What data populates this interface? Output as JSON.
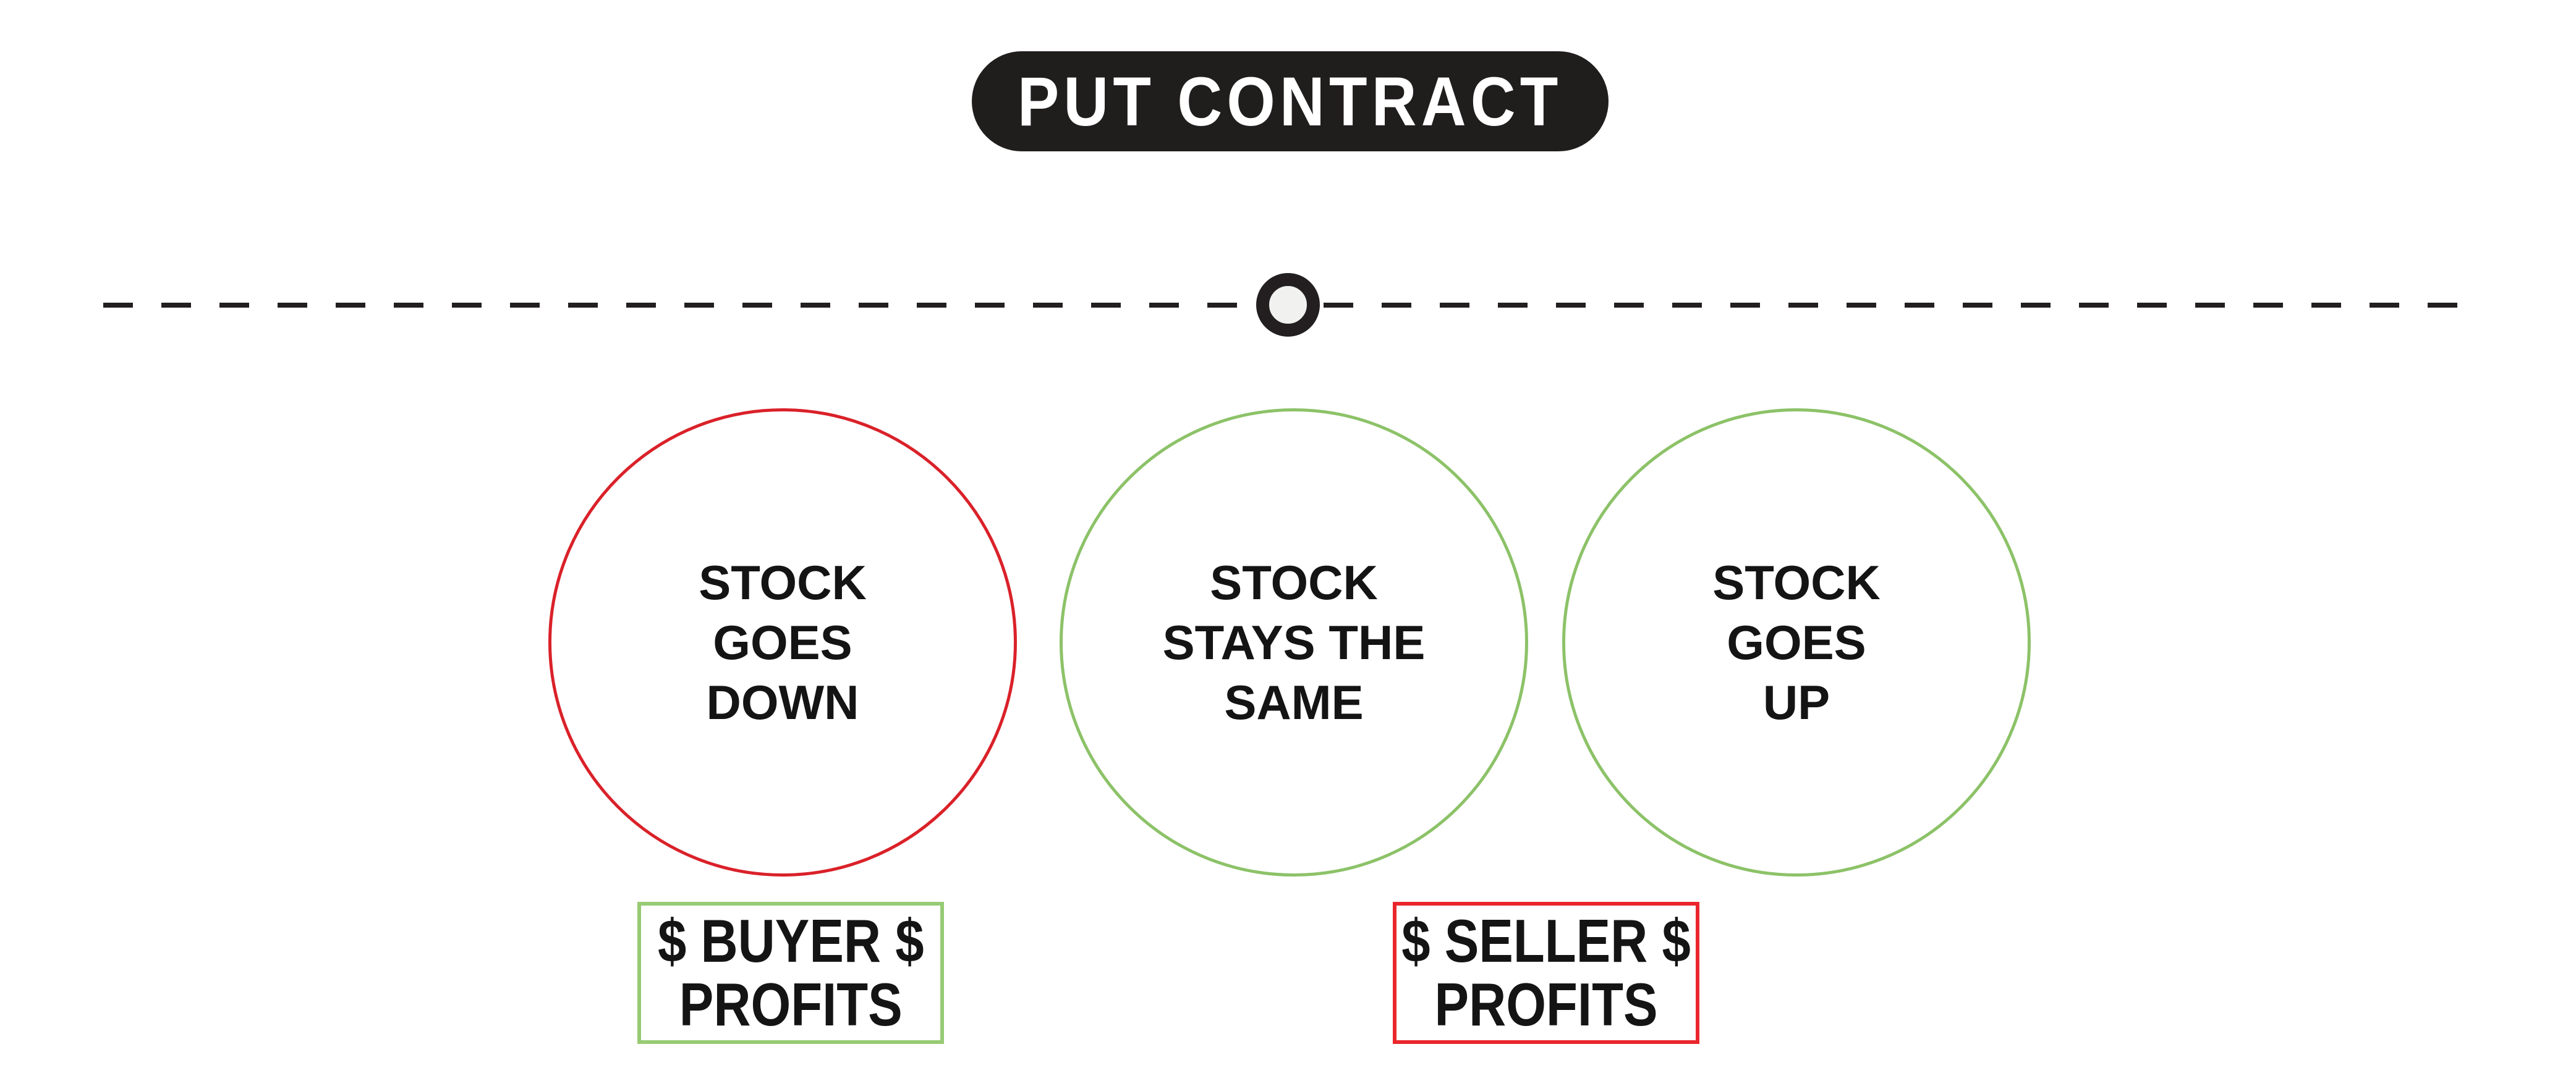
{
  "page": {
    "background": "#ffffff"
  },
  "title": {
    "label": "PUT CONTRACT",
    "bg": "#201d1d",
    "color": "#ffffff"
  },
  "timeline": {
    "dash_color": "#231f20",
    "marker": {
      "name": "strike-price-marker",
      "ring_color": "#231f20",
      "fill": "#f1f2ef"
    }
  },
  "colors": {
    "red": "#da2129",
    "green": "#8cc268",
    "box_green": "#97cb74",
    "box_red": "#e9262b",
    "text": "#141414"
  },
  "outcomes": [
    {
      "id": "stock-goes-down",
      "lines": [
        "STOCK",
        "GOES",
        "DOWN"
      ],
      "stroke": "#da2129"
    },
    {
      "id": "stock-stays-the-same",
      "lines": [
        "STOCK",
        "STAYS THE",
        "SAME"
      ],
      "stroke": "#8cc268"
    },
    {
      "id": "stock-goes-up",
      "lines": [
        "STOCK",
        "GOES",
        "UP"
      ],
      "stroke": "#8cc268"
    }
  ],
  "labels": [
    {
      "id": "buyer-profits",
      "lines": [
        "$ BUYER $",
        "PROFITS"
      ],
      "border": "#97cb74"
    },
    {
      "id": "seller-profits",
      "lines": [
        "$ SELLER $",
        "PROFITS"
      ],
      "border": "#e9262b"
    }
  ]
}
